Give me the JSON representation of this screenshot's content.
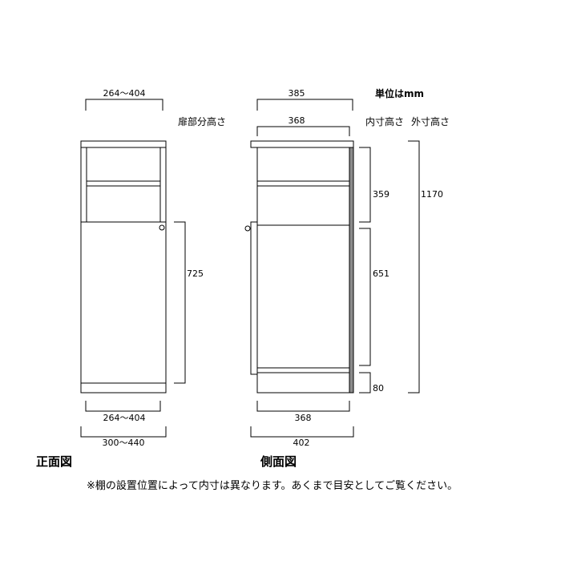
{
  "unit_label": "単位はmm",
  "front_view": {
    "title": "正面図",
    "door_height_label": "扉部分高さ",
    "top_width": "264〜404",
    "door_height": "725",
    "inner_width": "264〜404",
    "outer_width": "300〜440"
  },
  "side_view": {
    "title": "側面図",
    "inner_height_label": "内寸高さ",
    "outer_height_label": "外寸高さ",
    "top_depth": "385",
    "inner_depth_top": "368",
    "upper_inner_height": "359",
    "lower_inner_height": "651",
    "plinth_height": "80",
    "outer_height": "1170",
    "inner_depth_bottom": "368",
    "outer_depth": "402"
  },
  "note": "※棚の設置位置によって内寸は異なります。あくまで目安としてご覧ください。"
}
